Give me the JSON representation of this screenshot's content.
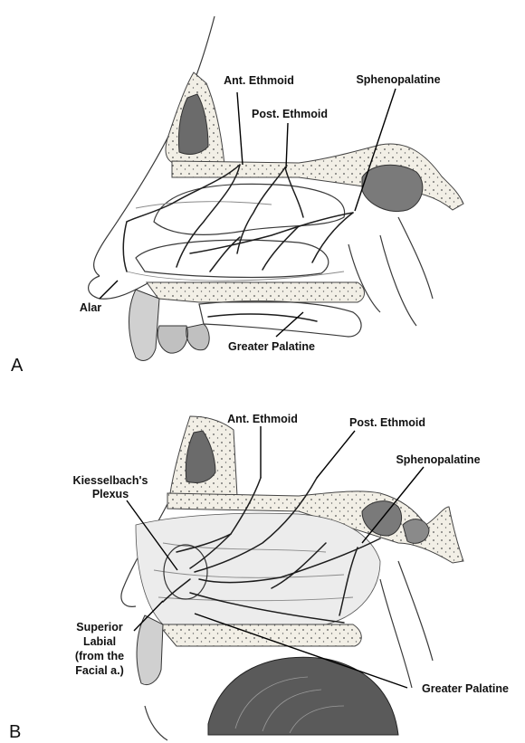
{
  "panel_a": {
    "letter": "A",
    "labels": {
      "ant_ethmoid": "Ant. Ethmoid",
      "post_ethmoid": "Post. Ethmoid",
      "sphenopalatine": "Sphenopalatine",
      "alar": "Alar",
      "greater_palatine": "Greater Palatine"
    }
  },
  "panel_b": {
    "letter": "B",
    "labels": {
      "ant_ethmoid": "Ant. Ethmoid",
      "post_ethmoid": "Post. Ethmoid",
      "sphenopalatine": "Sphenopalatine",
      "kiesselbach_line1": "Kiesselbach's",
      "kiesselbach_line2": "Plexus",
      "superior_labial_line1": "Superior",
      "superior_labial_line2": "Labial",
      "superior_labial_line3": "(from the",
      "superior_labial_line4": "Facial a.)",
      "greater_palatine": "Greater Palatine"
    }
  }
}
